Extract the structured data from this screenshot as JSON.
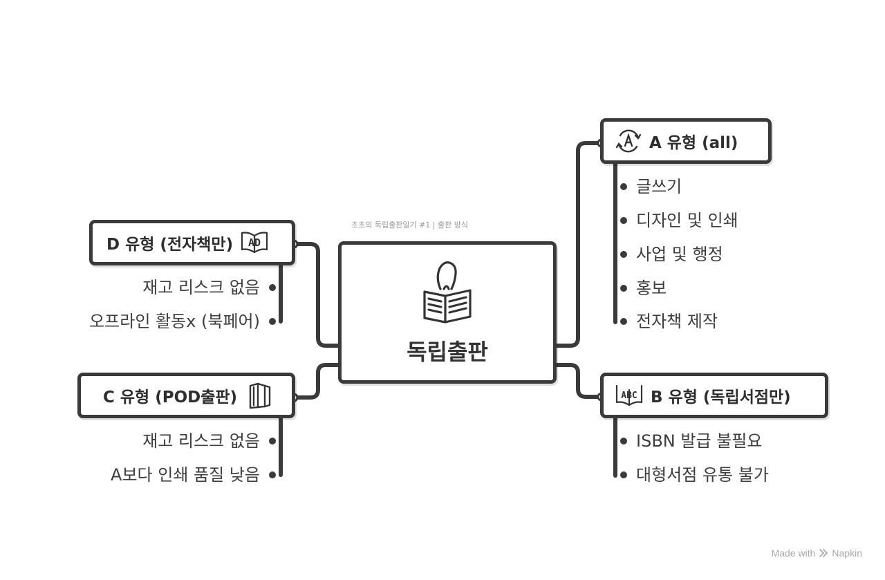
{
  "caption": "초초의 독립출판일기 #1 | 출판 방식",
  "center": {
    "label": "독립출판",
    "icon": "person-reading-newspaper-icon"
  },
  "branches": {
    "a": {
      "title": "A 유형 (all)",
      "icon": "a-cycle-icon",
      "items": [
        "글쓰기",
        "디자인 및 인쇄",
        "사업 및 행정",
        "홍보",
        "전자책 제작"
      ]
    },
    "b": {
      "title": "B 유형 (독립서점만)",
      "icon": "abc-book-icon",
      "items": [
        "ISBN 발급 불필요",
        "대형서점 유통 불가"
      ]
    },
    "c": {
      "title": "C 유형 (POD출판)",
      "icon": "books-icon",
      "items": [
        "재고 리스크 없음",
        "A보다 인쇄 품질 낮음"
      ]
    },
    "d": {
      "title": "D 유형 (전자책만)",
      "icon": "ad-book-icon",
      "items": [
        "재고 리스크 없음",
        "오프라인 활동x (북페어)"
      ]
    }
  },
  "watermark": {
    "prefix": "Made with",
    "brand": "Napkin",
    "icon": "napkin-logo-icon"
  },
  "colors": {
    "stroke": "#3a3a3a",
    "text": "#3d3d3d",
    "muted": "#9a9a9a"
  }
}
